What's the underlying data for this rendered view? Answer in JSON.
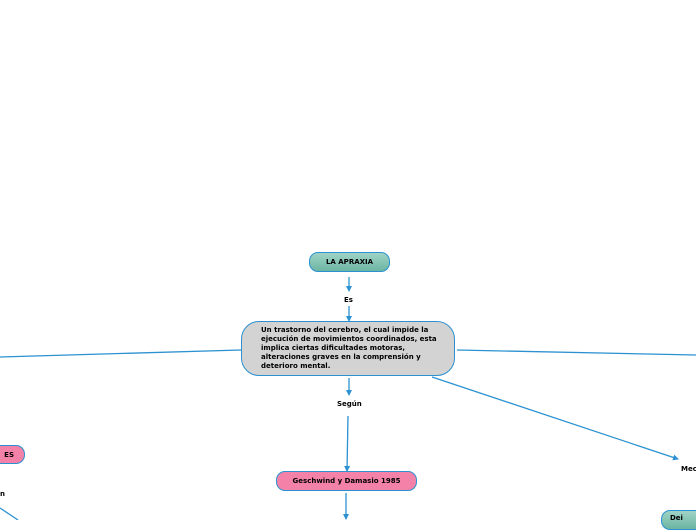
{
  "nodes": {
    "title": "LA APRAXIA",
    "definition": "Un trastorno del cerebro, el cual impide la ejecución de movimientos coordinados, esta implica ciertas dificultades motoras, alteraciones graves en la comprensión y deterioro mental.",
    "source": "Geschwind y Damasio 1985",
    "left_partial": "ES",
    "right_partial": "Dei"
  },
  "connectors": {
    "es": "Es",
    "segun": "Según",
    "right": "Mec",
    "left": "n"
  },
  "colors": {
    "line": "#2b91d0",
    "teal_top": "#9fd3c5",
    "teal_bottom": "#6cb5a3",
    "pink": "#f482a8",
    "grey": "#d3d3d3"
  }
}
